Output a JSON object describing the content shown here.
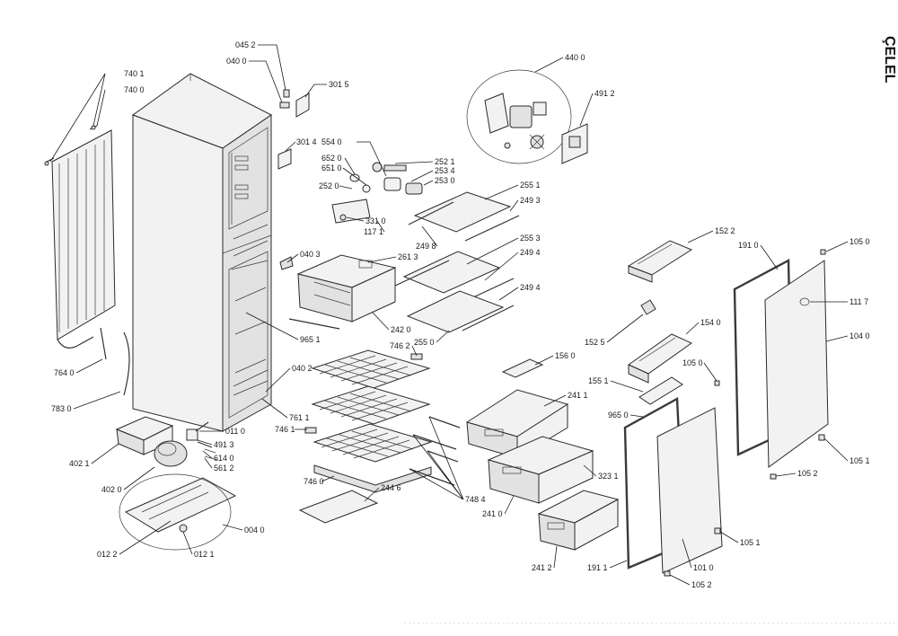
{
  "corner_mark": "ÇELEL",
  "labels": [
    {
      "id": "045-2",
      "text": "045 2"
    },
    {
      "id": "040-0",
      "text": "040 0"
    },
    {
      "id": "301-5",
      "text": "301 5"
    },
    {
      "id": "740-1",
      "text": "740 1"
    },
    {
      "id": "740-0",
      "text": "740 0"
    },
    {
      "id": "301-4",
      "text": "301 4"
    },
    {
      "id": "554-0",
      "text": "554 0"
    },
    {
      "id": "652-0",
      "text": "652 0"
    },
    {
      "id": "651-0",
      "text": "651 0"
    },
    {
      "id": "252-0",
      "text": "252 0"
    },
    {
      "id": "252-1",
      "text": "252 1"
    },
    {
      "id": "253-4",
      "text": "253 4"
    },
    {
      "id": "253-0",
      "text": "253 0"
    },
    {
      "id": "331-0",
      "text": "331 0"
    },
    {
      "id": "117-1",
      "text": "117 1"
    },
    {
      "id": "255-1",
      "text": "255 1"
    },
    {
      "id": "249-3",
      "text": "249 3"
    },
    {
      "id": "249-8",
      "text": "249 8"
    },
    {
      "id": "255-3",
      "text": "255 3"
    },
    {
      "id": "249-4a",
      "text": "249 4"
    },
    {
      "id": "249-4b",
      "text": "249 4"
    },
    {
      "id": "255-0",
      "text": "255 0"
    },
    {
      "id": "040-3",
      "text": "040 3"
    },
    {
      "id": "261-3",
      "text": "261 3"
    },
    {
      "id": "242-0",
      "text": "242 0"
    },
    {
      "id": "965-1",
      "text": "965 1"
    },
    {
      "id": "746-2",
      "text": "746 2"
    },
    {
      "id": "040-2",
      "text": "040 2"
    },
    {
      "id": "761-1",
      "text": "761 1"
    },
    {
      "id": "746-1",
      "text": "746 1"
    },
    {
      "id": "746-0",
      "text": "746 0"
    },
    {
      "id": "244-6",
      "text": "244 6"
    },
    {
      "id": "748-4",
      "text": "748 4"
    },
    {
      "id": "764-0",
      "text": "764 0"
    },
    {
      "id": "783-0",
      "text": "783 0"
    },
    {
      "id": "011-0",
      "text": "011 0"
    },
    {
      "id": "491-3",
      "text": "491 3"
    },
    {
      "id": "614-0",
      "text": "614 0"
    },
    {
      "id": "561-2",
      "text": "561 2"
    },
    {
      "id": "402-1",
      "text": "402 1"
    },
    {
      "id": "402-0",
      "text": "402 0"
    },
    {
      "id": "004-0",
      "text": "004 0"
    },
    {
      "id": "012-2",
      "text": "012 2"
    },
    {
      "id": "012-1",
      "text": "012 1"
    },
    {
      "id": "440-0",
      "text": "440 0"
    },
    {
      "id": "491-2",
      "text": "491 2"
    },
    {
      "id": "152-2",
      "text": "152 2"
    },
    {
      "id": "152-5",
      "text": "152 5"
    },
    {
      "id": "154-0",
      "text": "154 0"
    },
    {
      "id": "156-0",
      "text": "156 0"
    },
    {
      "id": "155-1",
      "text": "155 1"
    },
    {
      "id": "241-1",
      "text": "241 1"
    },
    {
      "id": "323-1",
      "text": "323 1"
    },
    {
      "id": "241-0",
      "text": "241 0"
    },
    {
      "id": "241-2",
      "text": "241 2"
    },
    {
      "id": "965-0",
      "text": "965 0"
    },
    {
      "id": "191-0",
      "text": "191 0"
    },
    {
      "id": "191-1",
      "text": "191 1"
    },
    {
      "id": "101-0",
      "text": "101 0"
    },
    {
      "id": "105-0a",
      "text": "105 0"
    },
    {
      "id": "105-0b",
      "text": "105 0"
    },
    {
      "id": "111-7",
      "text": "111 7"
    },
    {
      "id": "104-0",
      "text": "104 0"
    },
    {
      "id": "105-1a",
      "text": "105 1"
    },
    {
      "id": "105-1b",
      "text": "105 1"
    },
    {
      "id": "105-2a",
      "text": "105 2"
    },
    {
      "id": "105-2b",
      "text": "105 2"
    }
  ]
}
